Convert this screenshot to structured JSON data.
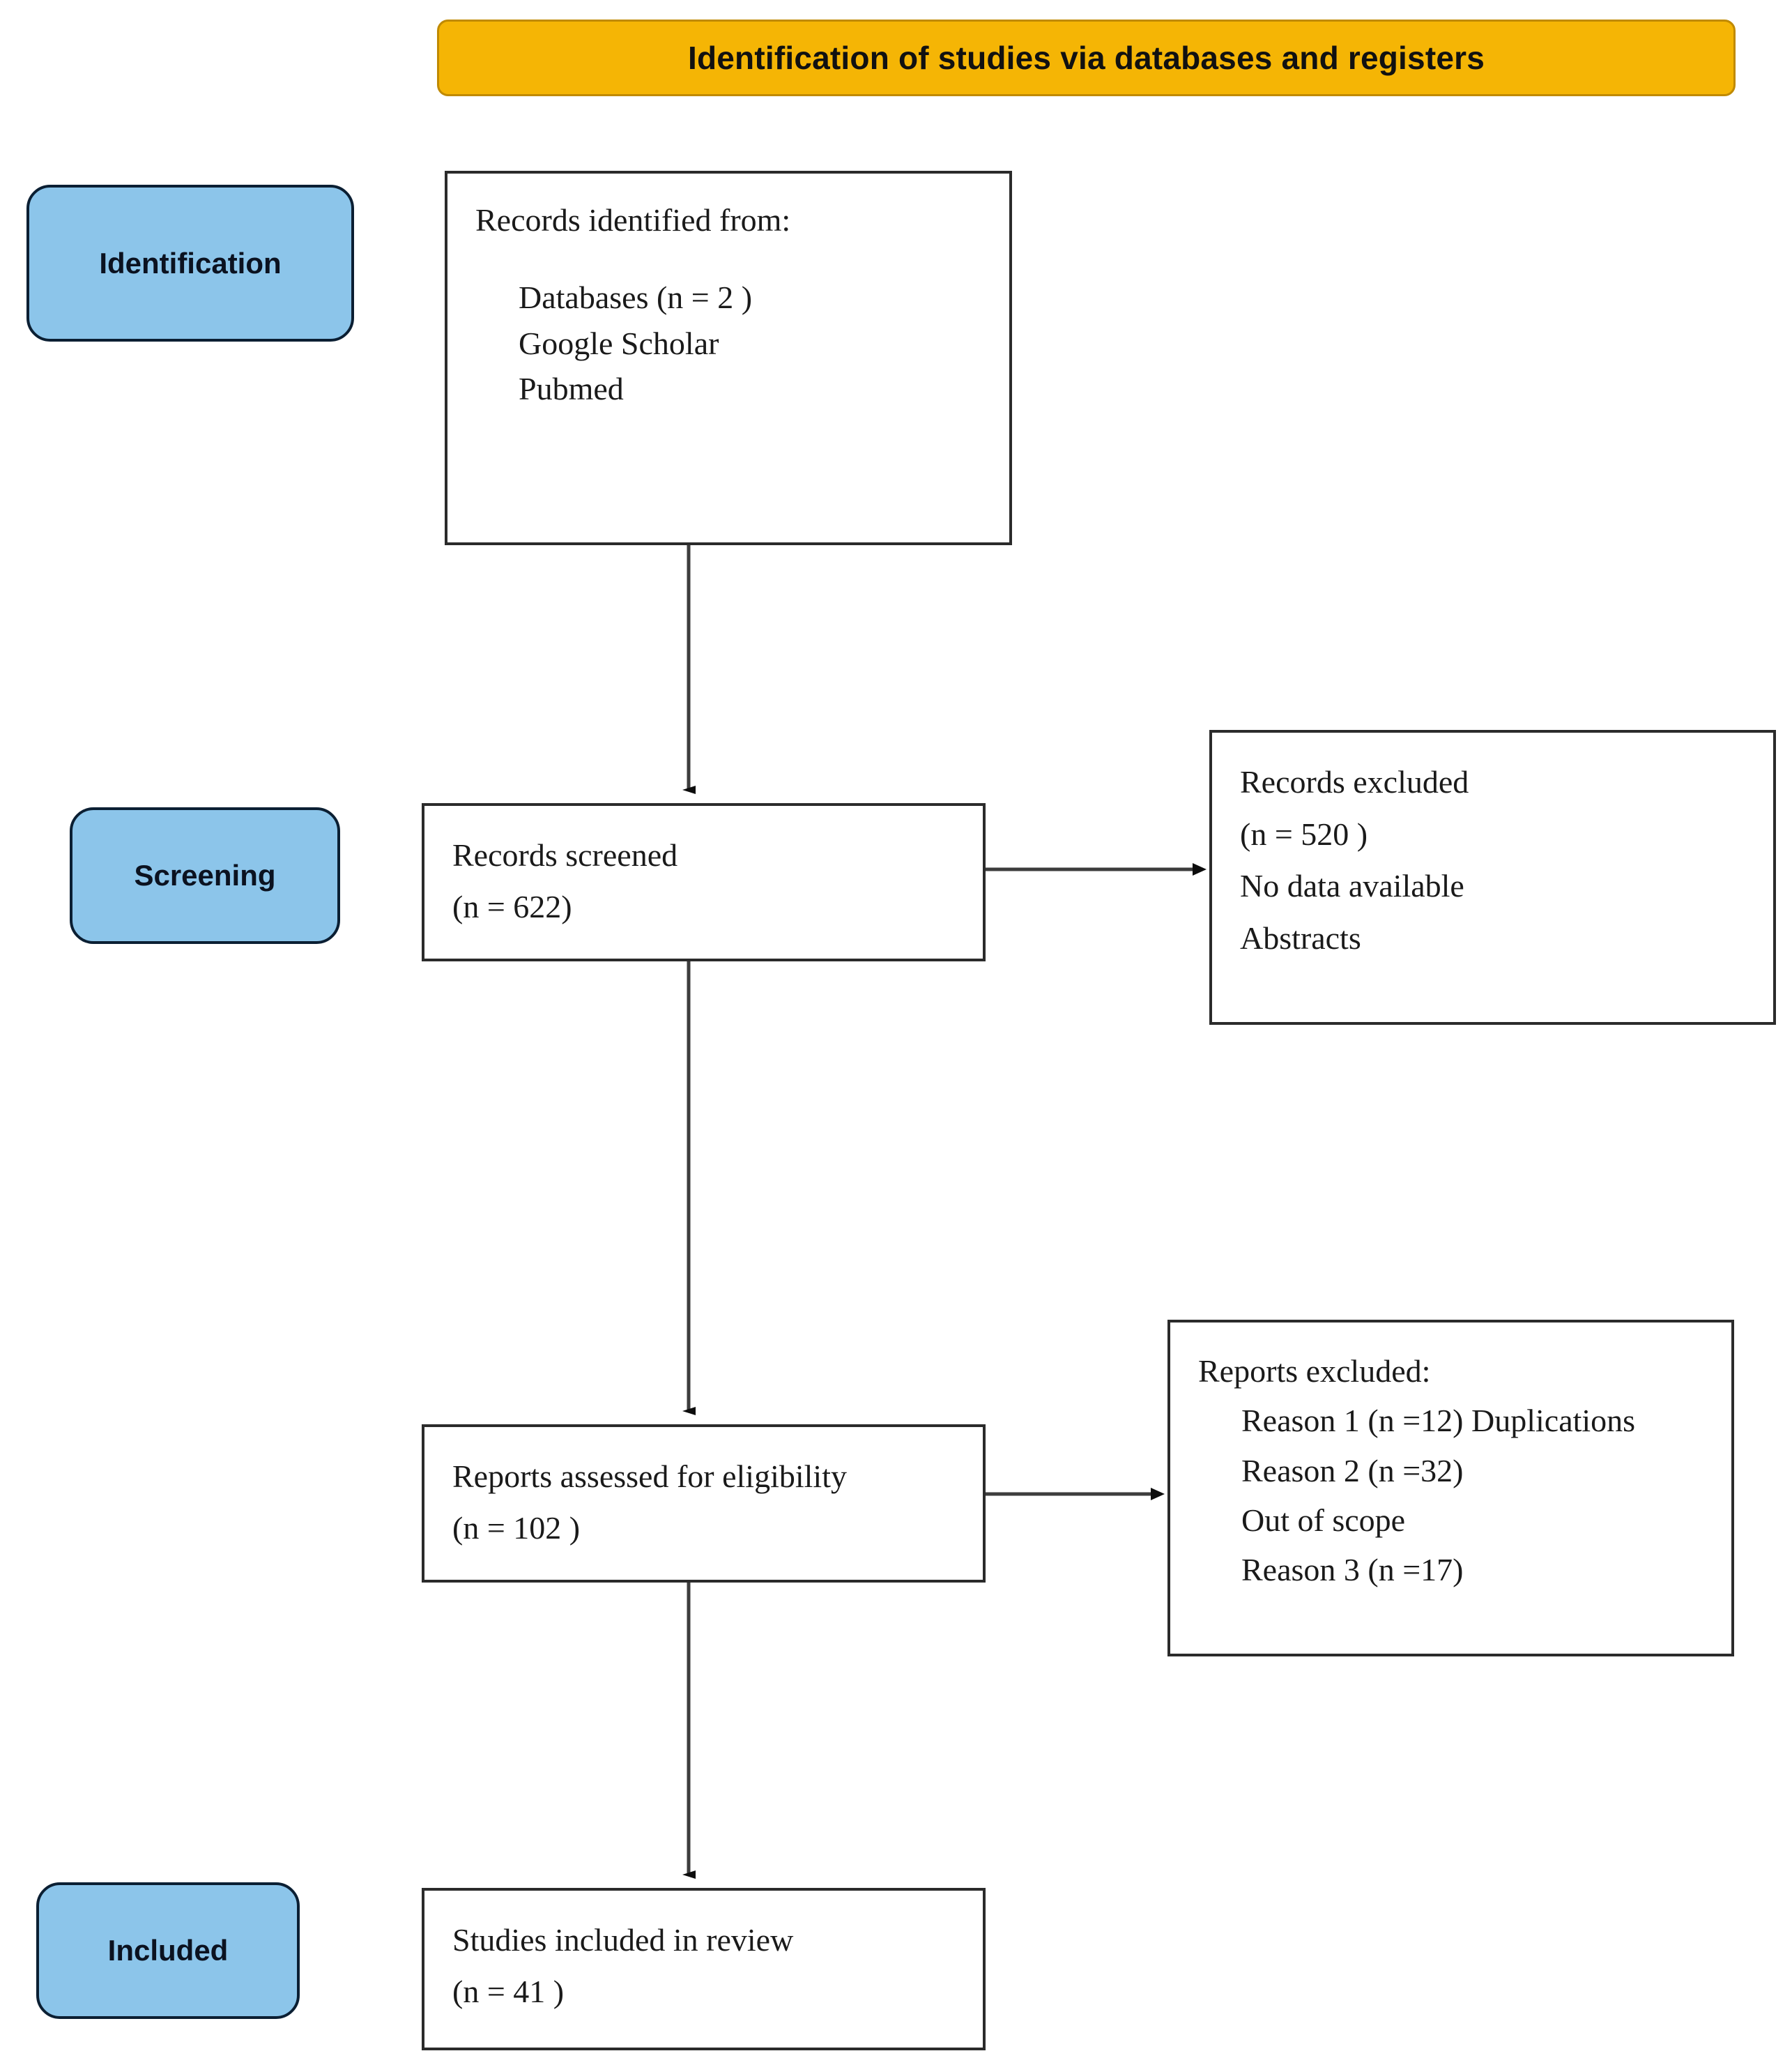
{
  "diagram": {
    "type": "prisma-flow-diagram",
    "title": "Identification of studies via databases and registers",
    "colors": {
      "banner_fill": "#F5B505",
      "banner_border": "#C08A02",
      "stage_fill": "#8CC5EA",
      "stage_border": "#0B1F33",
      "box_border": "#2B2B2B",
      "text": "#1a1a1a"
    }
  },
  "stages": [
    {
      "id": "identification",
      "label": "Identification"
    },
    {
      "id": "screening",
      "label": "Screening"
    },
    {
      "id": "included",
      "label": "Included"
    }
  ],
  "boxes": {
    "records_identified": {
      "lines": [
        "Records identified from:",
        "",
        "Databases (n = 2 )",
        "Google Scholar",
        "Pubmed"
      ]
    },
    "records_screened": {
      "lines": [
        "Records screened",
        "(n = 622)"
      ]
    },
    "records_excluded": {
      "lines": [
        "Records excluded",
        "(n = 520 )",
        "No data available",
        "Abstracts"
      ]
    },
    "reports_assessed": {
      "lines": [
        "Reports assessed for eligibility",
        "(n = 102 )"
      ]
    },
    "reports_excluded": {
      "lines": [
        "Reports excluded:",
        "Reason 1 (n =12) Duplications",
        "Reason 2 (n =32)",
        "Out of scope",
        "Reason 3 (n =17)"
      ]
    },
    "studies_included": {
      "lines": [
        "Studies included in review",
        "(n = 41 )"
      ]
    }
  },
  "counts": {
    "databases": 2,
    "records_screened": 622,
    "records_excluded": 520,
    "reports_assessed": 102,
    "reason_1_duplications": 12,
    "reason_2": 32,
    "reason_3": 17,
    "studies_included": 41
  },
  "connectors": [
    {
      "name": "identified-to-screened",
      "from": "records_identified",
      "to": "records_screened",
      "direction": "down"
    },
    {
      "name": "screened-to-excluded",
      "from": "records_screened",
      "to": "records_excluded",
      "direction": "right"
    },
    {
      "name": "screened-to-assessed",
      "from": "records_screened",
      "to": "reports_assessed",
      "direction": "down"
    },
    {
      "name": "assessed-to-reports-excluded",
      "from": "reports_assessed",
      "to": "reports_excluded",
      "direction": "right"
    },
    {
      "name": "assessed-to-included",
      "from": "reports_assessed",
      "to": "studies_included",
      "direction": "down"
    }
  ]
}
